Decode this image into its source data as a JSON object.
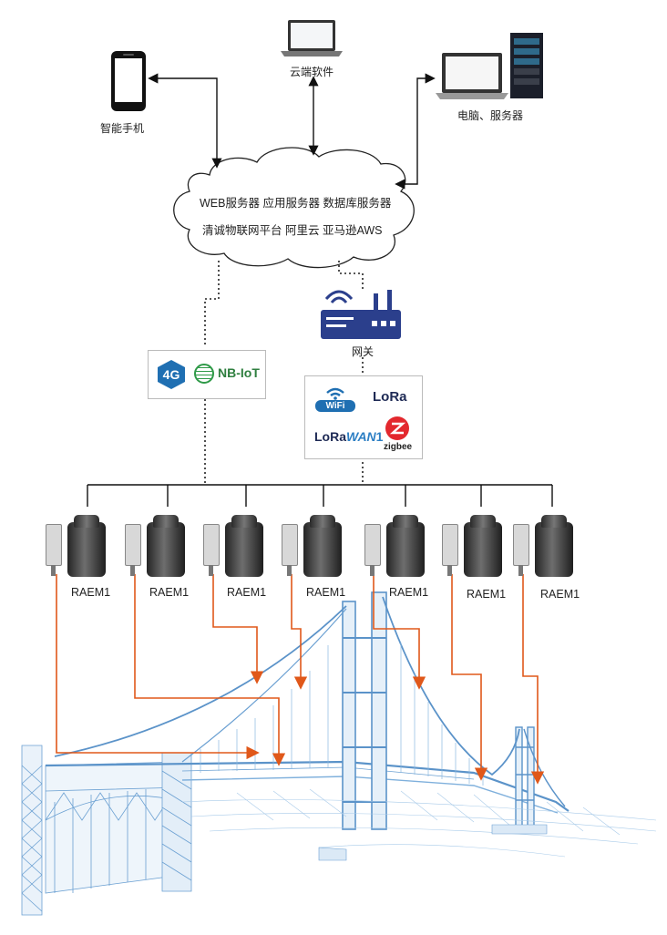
{
  "devices": {
    "smartphone": "智能手机",
    "cloud_software": "云端软件",
    "pc_server": "电脑、服务器"
  },
  "cloud": {
    "line1": "WEB服务器  应用服务器  数据库服务器",
    "line2": "清诚物联网平台  阿里云  亚马逊AWS"
  },
  "gateway": {
    "label": "网关"
  },
  "cellular": {
    "badge_4g": "4G",
    "nbiot": "NB-IoT"
  },
  "wireless": {
    "wifi": "WiFi",
    "lora": "LoRa",
    "lorawan_a": "LoRa",
    "lorawan_b": "WAN",
    "zigbee": "zigbee"
  },
  "sensors": [
    {
      "label": "RAEM1"
    },
    {
      "label": "RAEM1"
    },
    {
      "label": "RAEM1"
    },
    {
      "label": "RAEM1"
    },
    {
      "label": "RAEM1"
    },
    {
      "label": "RAEM1"
    },
    {
      "label": "RAEM1"
    }
  ],
  "colors": {
    "arrow": "#e0581a",
    "bridge": "#5b93c9",
    "icon": "#2b3f8c"
  }
}
